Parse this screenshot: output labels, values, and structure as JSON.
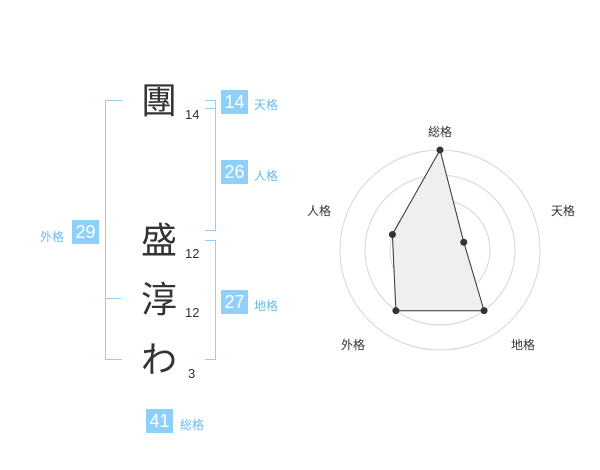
{
  "name": {
    "chars": [
      {
        "char": "團",
        "strokes": "14"
      },
      {
        "char": "盛",
        "strokes": "12"
      },
      {
        "char": "淳",
        "strokes": "12"
      },
      {
        "char": "わ",
        "strokes": "3"
      }
    ]
  },
  "kakusu": {
    "tenkaku": {
      "value": "14",
      "label": "天格"
    },
    "jinkaku": {
      "value": "26",
      "label": "人格"
    },
    "chikaku": {
      "value": "27",
      "label": "地格"
    },
    "gaikaku": {
      "value": "29",
      "label": "外格"
    },
    "soukaku": {
      "value": "41",
      "label": "総格"
    }
  },
  "colors": {
    "accent": "#8fd0fb",
    "label": "#6cbbe9"
  },
  "radar": {
    "labels": [
      "総格",
      "天格",
      "地格",
      "外格",
      "人格"
    ],
    "values": [
      4,
      1,
      3,
      3,
      2
    ],
    "max": 4
  }
}
